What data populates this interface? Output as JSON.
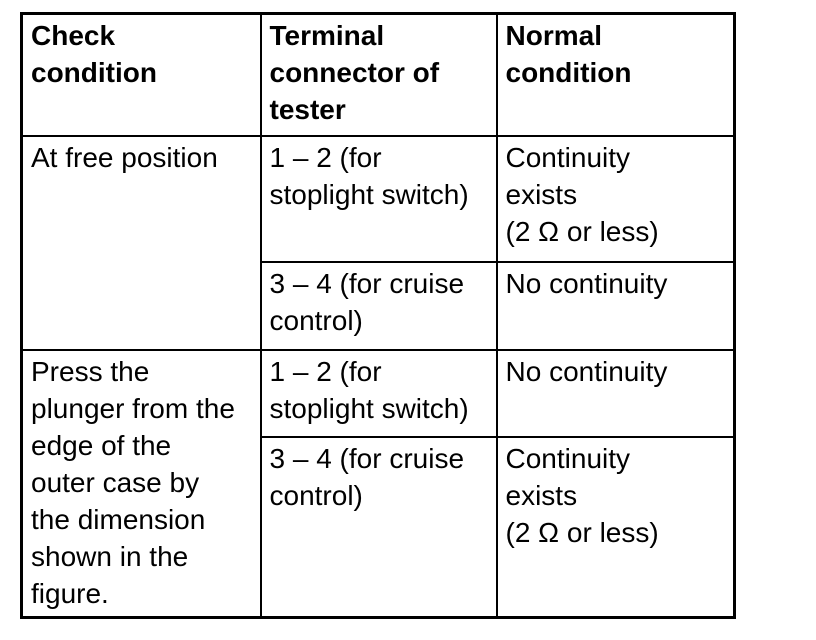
{
  "page": {
    "background_color": "#ffffff",
    "text_color": "#000000",
    "border_color": "#000000"
  },
  "table": {
    "headers": {
      "check_condition": "Check\ncondition",
      "terminal_connector": "Terminal\nconnector of\ntester",
      "normal_condition": "Normal\ncondition"
    },
    "groups": [
      {
        "check_condition": "At free position",
        "checks": [
          {
            "terminal": "1 – 2 (for\nstoplight switch)",
            "normal": "Continuity\nexists\n(2 Ω or less)"
          },
          {
            "terminal": "3 – 4 (for cruise\ncontrol)",
            "normal": "No continuity"
          }
        ]
      },
      {
        "check_condition": "Press the\nplunger from the\nedge of the\nouter case by\nthe dimension\nshown in the\nfigure.",
        "checks": [
          {
            "terminal": "1 – 2 (for\nstoplight switch)",
            "normal": "No continuity"
          },
          {
            "terminal": "3 – 4 (for cruise\ncontrol)",
            "normal": "Continuity\nexists\n(2 Ω or less)"
          }
        ]
      }
    ]
  }
}
